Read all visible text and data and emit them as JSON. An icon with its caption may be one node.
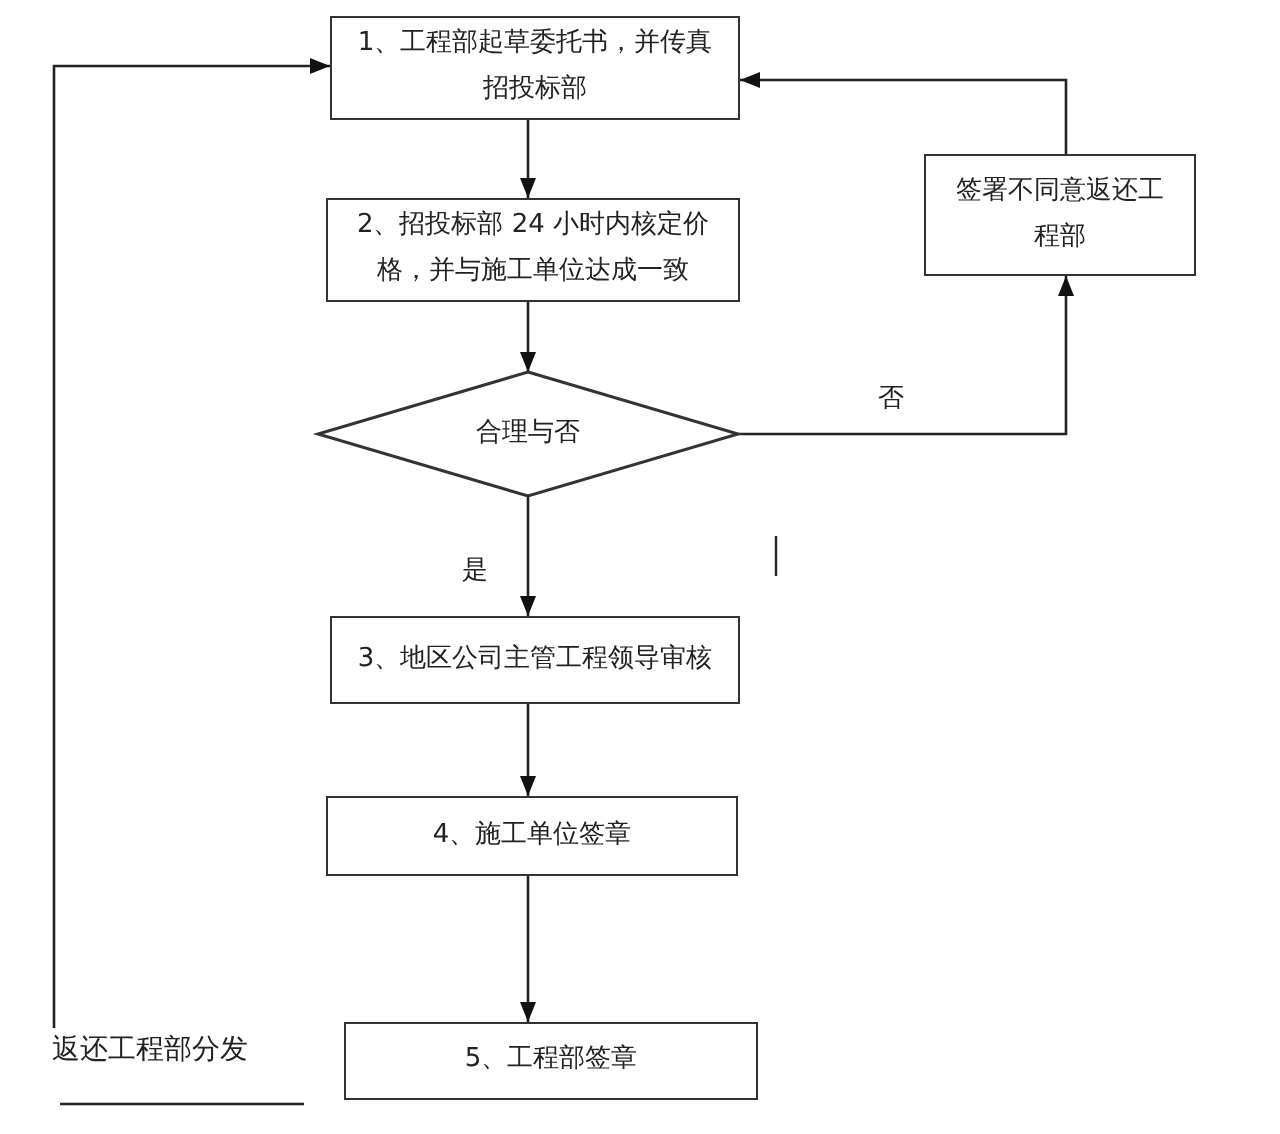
{
  "diagram": {
    "nodes": [
      {
        "text": [
          "1、工程部起草委托书，并传真招投标部"
        ]
      },
      {
        "text": [
          "2、招投标部 24 小时内核定价格，并与施工单位达成一致"
        ]
      },
      {
        "text": [
          "合理与否"
        ]
      },
      {
        "text": [
          "3、地区公司主管工程领导审核"
        ]
      },
      {
        "text": [
          "4、施工单位签章"
        ]
      },
      {
        "text": [
          "5、工程部签章"
        ]
      },
      {
        "text": [
          "签署不同意返还工程部"
        ]
      },
      {
        "text": [
          "返还工程部分发"
        ]
      }
    ],
    "edges": [
      {
        "from": 0,
        "to": 1,
        "arrow": "to"
      },
      {
        "from": 1,
        "to": 2,
        "arrow": "to"
      },
      {
        "from": 2,
        "to": 3,
        "arrow": "to",
        "label": "是"
      },
      {
        "from": 2,
        "to": 6,
        "arrow": "to",
        "label": "否"
      },
      {
        "from": 6,
        "to": 0,
        "arrow": "to"
      },
      {
        "from": 3,
        "to": 4,
        "arrow": "to"
      },
      {
        "from": 4,
        "to": 5,
        "arrow": "to"
      },
      {
        "from": 7,
        "to": 0,
        "arrow": "to"
      }
    ]
  }
}
